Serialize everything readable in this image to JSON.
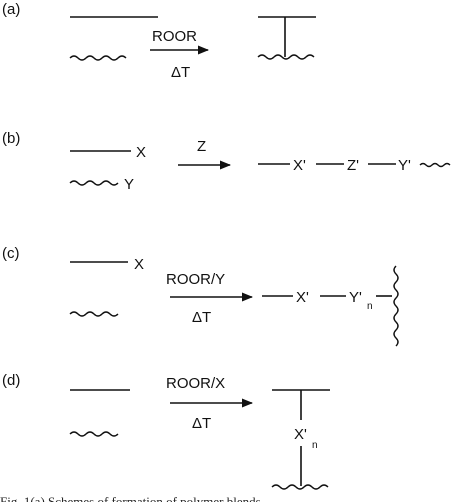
{
  "panels": {
    "a": {
      "tag": "(a)",
      "reagent": "ROOR",
      "condition": "ΔT"
    },
    "b": {
      "tag": "(b)",
      "x": "X",
      "y": "Y",
      "reagent": "Z",
      "product": {
        "x": "X'",
        "z": "Z'",
        "y": "Y'"
      }
    },
    "c": {
      "tag": "(c)",
      "x": "X",
      "reagent": "ROOR/Y",
      "condition": "ΔT",
      "product": {
        "x": "X'",
        "y": "Y'",
        "y_sub": "n"
      }
    },
    "d": {
      "tag": "(d)",
      "reagent": "ROOR/X",
      "condition": "ΔT",
      "product": {
        "x": "X'",
        "x_sub": "n"
      }
    }
  },
  "caption_fragment": "Fig. 1(a) Schemes of formation of polymer blends..."
}
